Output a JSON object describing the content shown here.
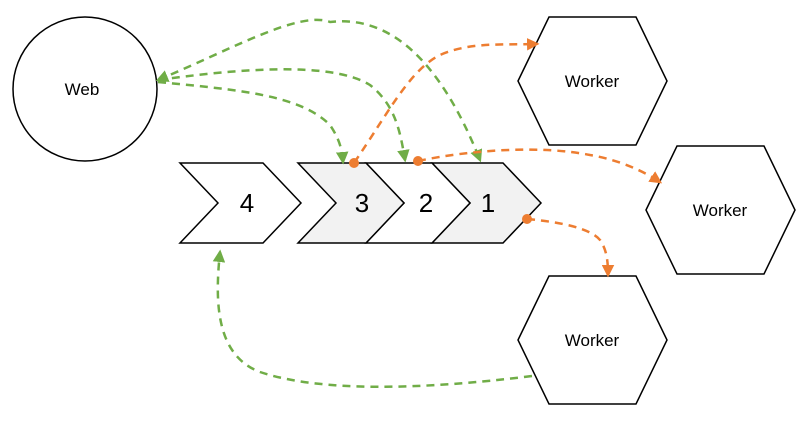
{
  "nodes": {
    "web": {
      "label": "Web"
    },
    "worker_top": {
      "label": "Worker"
    },
    "worker_middle": {
      "label": "Worker"
    },
    "worker_bottom": {
      "label": "Worker"
    }
  },
  "queue": [
    {
      "label": "4",
      "state": "empty"
    },
    {
      "label": "3",
      "state": "filled"
    },
    {
      "label": "2",
      "state": "empty"
    },
    {
      "label": "1",
      "state": "filled"
    }
  ],
  "colors": {
    "enqueue_arrow": "#70ad47",
    "dequeue_arrow": "#ed7d31",
    "filled_item": "#f2f2f2",
    "empty_item": "#ffffff",
    "outline": "#000000"
  }
}
